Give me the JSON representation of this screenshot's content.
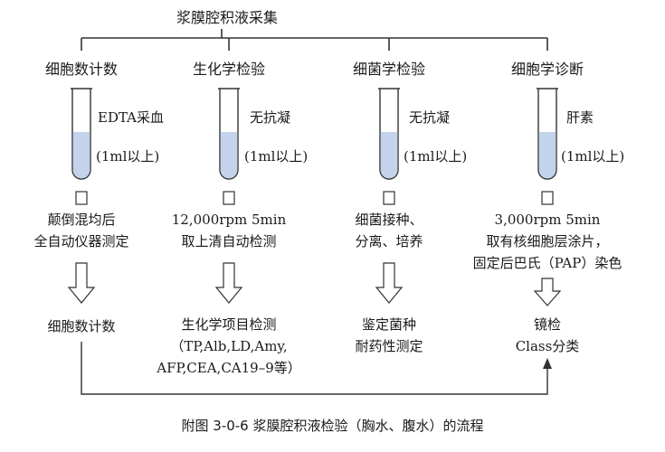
{
  "title": "浆膜腔积液采集",
  "caption": "附图 3-0-6   浆膜腔积液检验（胸水、腹水）的流程",
  "colors": {
    "line": "#333333",
    "tube_fill": "#c4d3ec",
    "arrow_fill": "#ffffff"
  },
  "columns": [
    {
      "header": "细胞数计数",
      "tube_label": "EDTA采血",
      "volume_label": "",
      "process": [
        "颠倒混均后",
        "全自动仪器测定"
      ],
      "result": [
        "细胞数计数"
      ]
    },
    {
      "header": "生化学检验",
      "tube_label": "无抗凝",
      "volume_label": "(1ml以上)",
      "process": [
        "12,000rpm 5min",
        "取上清自动检测"
      ],
      "result": [
        "生化学项目检测",
        "（TP,Alb,LD,Amy,",
        "AFP,CEA,CA19–9等）"
      ]
    },
    {
      "header": "细菌学检验",
      "tube_label": "无抗凝",
      "volume_label": "(1ml以上)",
      "process": [
        "细菌接种、",
        "分离、培养"
      ],
      "result": [
        "鉴定菌种",
        "耐药性测定"
      ]
    },
    {
      "header": "细胞学诊断",
      "tube_label": "肝素",
      "volume_label": "(1ml以上)",
      "process": [
        "3,000rpm 5min",
        "取有核细胞层涂片，",
        "固定后巴氏（PAP）染色"
      ],
      "result": [
        "镜检",
        "Class分类"
      ]
    }
  ],
  "col0_volume": "(1ml以上)"
}
